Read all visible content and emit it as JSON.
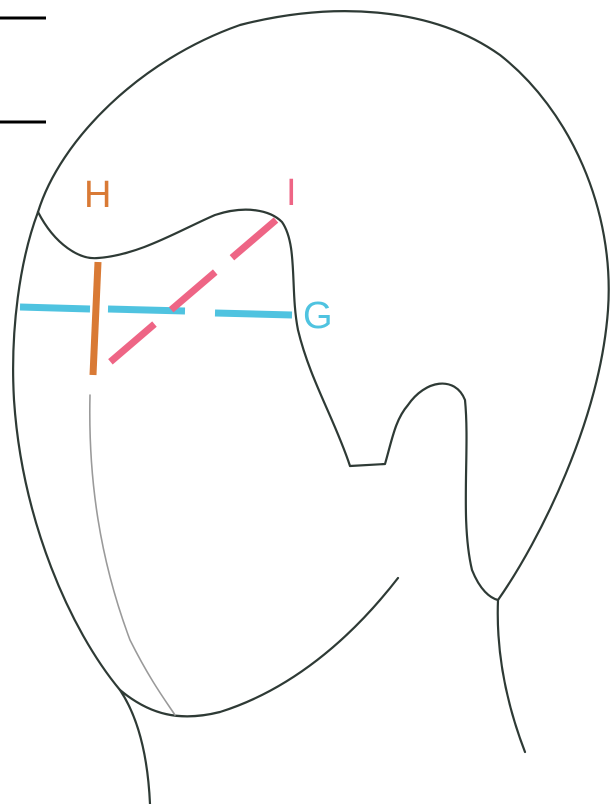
{
  "labels": {
    "h": {
      "text": "H",
      "color": "#d97a35"
    },
    "i": {
      "text": "I",
      "color": "#ee6585"
    },
    "g": {
      "text": "G",
      "color": "#4fc3e0"
    }
  },
  "colors": {
    "outline": "#2e3a35",
    "faint_line": "#9a9a9a",
    "background": "#ffffff",
    "corner_marks": "#000000"
  }
}
